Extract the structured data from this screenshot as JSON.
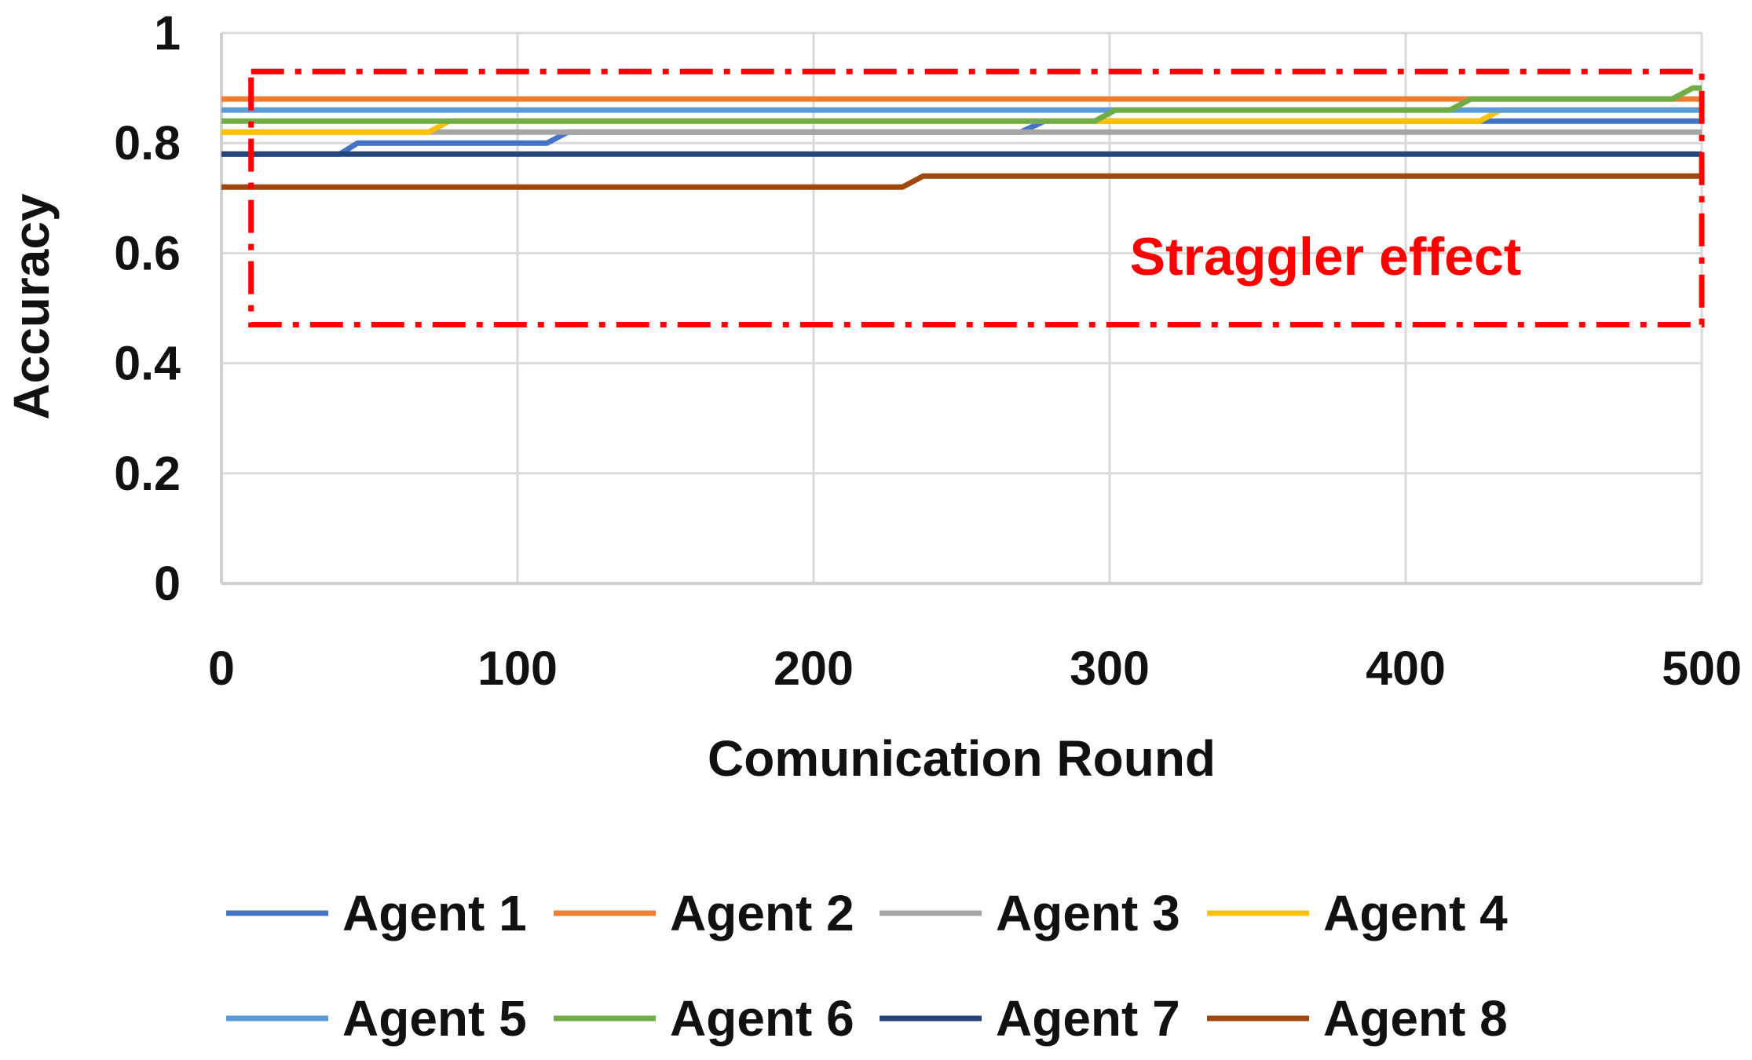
{
  "chart_data": {
    "type": "line",
    "title": "",
    "xlabel": "Comunication Round",
    "ylabel": "Accuracy",
    "xlim": [
      0,
      500
    ],
    "ylim": [
      0,
      1
    ],
    "x_ticks": [
      "0",
      "100",
      "200",
      "300",
      "400",
      "500"
    ],
    "y_ticks": [
      "0",
      "0.2",
      "0.4",
      "0.6",
      "0.8",
      "1"
    ],
    "grid": true,
    "legend_position": "bottom",
    "series": [
      {
        "name": "Agent 1",
        "color": "#4472C4",
        "points": [
          [
            0,
            0.78
          ],
          [
            40,
            0.78
          ],
          [
            46,
            0.8
          ],
          [
            110,
            0.8
          ],
          [
            117,
            0.82
          ],
          [
            270,
            0.82
          ],
          [
            278,
            0.84
          ],
          [
            500,
            0.84
          ]
        ]
      },
      {
        "name": "Agent 2",
        "color": "#ED7D31",
        "points": [
          [
            0,
            0.88
          ],
          [
            500,
            0.88
          ]
        ]
      },
      {
        "name": "Agent 3",
        "color": "#A5A5A5",
        "points": [
          [
            0,
            0.82
          ],
          [
            500,
            0.82
          ]
        ]
      },
      {
        "name": "Agent 4",
        "color": "#FFC000",
        "points": [
          [
            0,
            0.82
          ],
          [
            70,
            0.82
          ],
          [
            77,
            0.84
          ],
          [
            425,
            0.84
          ],
          [
            432,
            0.86
          ],
          [
            500,
            0.86
          ]
        ]
      },
      {
        "name": "Agent 5",
        "color": "#5B9BD5",
        "points": [
          [
            0,
            0.86
          ],
          [
            500,
            0.86
          ]
        ]
      },
      {
        "name": "Agent 6",
        "color": "#70AD47",
        "points": [
          [
            0,
            0.84
          ],
          [
            295,
            0.84
          ],
          [
            302,
            0.86
          ],
          [
            415,
            0.86
          ],
          [
            422,
            0.88
          ],
          [
            490,
            0.88
          ],
          [
            497,
            0.9
          ],
          [
            500,
            0.9
          ]
        ]
      },
      {
        "name": "Agent 7",
        "color": "#264478",
        "points": [
          [
            0,
            0.78
          ],
          [
            500,
            0.78
          ]
        ]
      },
      {
        "name": "Agent 8",
        "color": "#9E480E",
        "points": [
          [
            0,
            0.72
          ],
          [
            230,
            0.72
          ],
          [
            237,
            0.74
          ],
          [
            500,
            0.74
          ]
        ]
      }
    ],
    "annotation": {
      "text": "Straggler effect",
      "color": "#FF0000",
      "box_x_range": [
        10,
        500
      ],
      "box_y_range": [
        0.47,
        0.93
      ]
    }
  }
}
